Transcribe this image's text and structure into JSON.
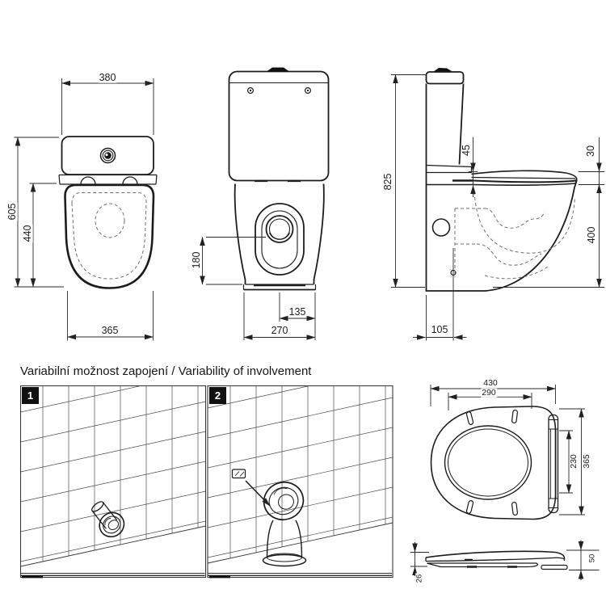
{
  "title": "Variabilní možnost zapojení / Variability of involvement",
  "line_color": "#1c1c1c",
  "badge_color": "#111111",
  "wc_top_view": {
    "dims": {
      "cistern_width": "380",
      "total_depth": "605",
      "bowl_depth": "440",
      "bowl_width": "365"
    }
  },
  "wc_front_view": {
    "dims": {
      "outlet_height": "180",
      "outlet_center_offset": "135",
      "base_width": "270"
    }
  },
  "wc_side_view": {
    "dims": {
      "total_height": "825",
      "seat_rear_gap": "45",
      "seat_thickness": "30",
      "rim_height": "400",
      "outlet_wall_distance": "105"
    }
  },
  "variants": [
    {
      "badge": "1"
    },
    {
      "badge": "2"
    }
  ],
  "seat_top_view": {
    "dims": {
      "outer_width": "430",
      "inner_width": "290",
      "hinge_span": "230",
      "outer_depth": "365"
    }
  },
  "seat_side_view": {
    "dims": {
      "front_height": "26",
      "rear_height": "50"
    }
  }
}
